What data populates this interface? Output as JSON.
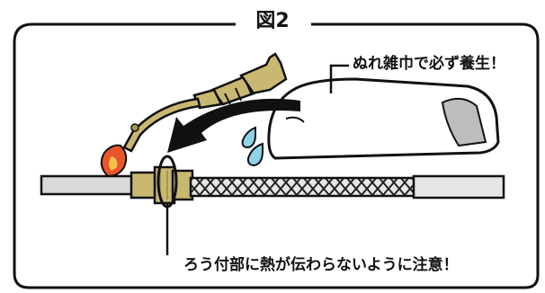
{
  "figure": {
    "title": "図2",
    "labels": {
      "wet_towel_note": "ぬれ雑巾で必ず養生！",
      "brazing_caution_note": "ろう付部に熱が伝わらないように注意！"
    }
  },
  "colors": {
    "outline": "#111111",
    "brass": "#c9b871",
    "brass_shadow": "#a89648",
    "pipe": "#d9d9d9",
    "flame": "#e8552b",
    "flame_core": "#f6c04a",
    "water": "#8fd3ea",
    "towel_shadow": "#bdbdbd",
    "hose_mesh": "#cfcfcf"
  }
}
